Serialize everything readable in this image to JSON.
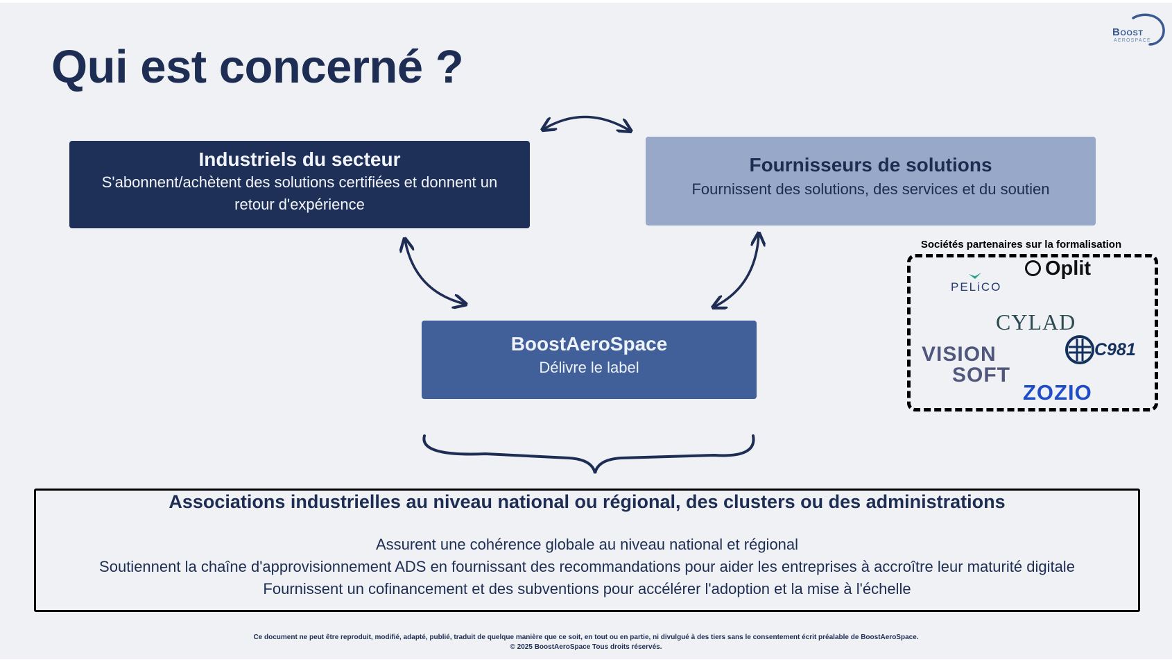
{
  "title": "Qui est concerné ?",
  "logo": {
    "word": "Boost",
    "sub": "AEROSPACE"
  },
  "boxes": {
    "industriels": {
      "heading": "Industriels du secteur",
      "text": "S'abonnent/achètent des solutions certifiées et donnent un retour d'expérience"
    },
    "fournisseurs": {
      "heading": "Fournisseurs de solutions",
      "text": "Fournissent des solutions, des services et du soutien"
    },
    "boostaerospace": {
      "heading": "BoostAeroSpace",
      "text": "Délivre le label"
    }
  },
  "partners": {
    "title": "Sociétés partenaires sur la formalisation",
    "logos": {
      "pelico": "PELiCO",
      "oplit": "Oplit",
      "cylad": "CYLAD",
      "vision": "VISION",
      "soft": "SOFT",
      "c981": "C981",
      "zozio": "ZOZIO"
    }
  },
  "associations": {
    "heading": "Associations industrielles au niveau national ou régional, des clusters ou des administrations",
    "lines": [
      "Assurent une cohérence globale au niveau national et régional",
      "Soutiennent la chaîne d'approvisionnement ADS en fournissant des recommandations pour aider les entreprises à accroître leur maturité digitale",
      "Fournissent un cofinancement et des subventions pour accélérer l'adoption et la mise à l'échelle"
    ]
  },
  "footer": {
    "line1": "Ce document ne peut être reproduit, modifié, adapté, publié, traduit de quelque manière que ce soit, en tout ou en partie, ni divulgué à des tiers sans le consentement écrit préalable de BoostAeroSpace.",
    "line2": "© 2025 BoostAeroSpace Tous droits réservés."
  },
  "colors": {
    "dark_navy": "#1e3057",
    "light_blue": "#97a8c8",
    "mid_blue": "#41609a",
    "arrow": "#1e2d53",
    "background": "#eff1f4"
  }
}
